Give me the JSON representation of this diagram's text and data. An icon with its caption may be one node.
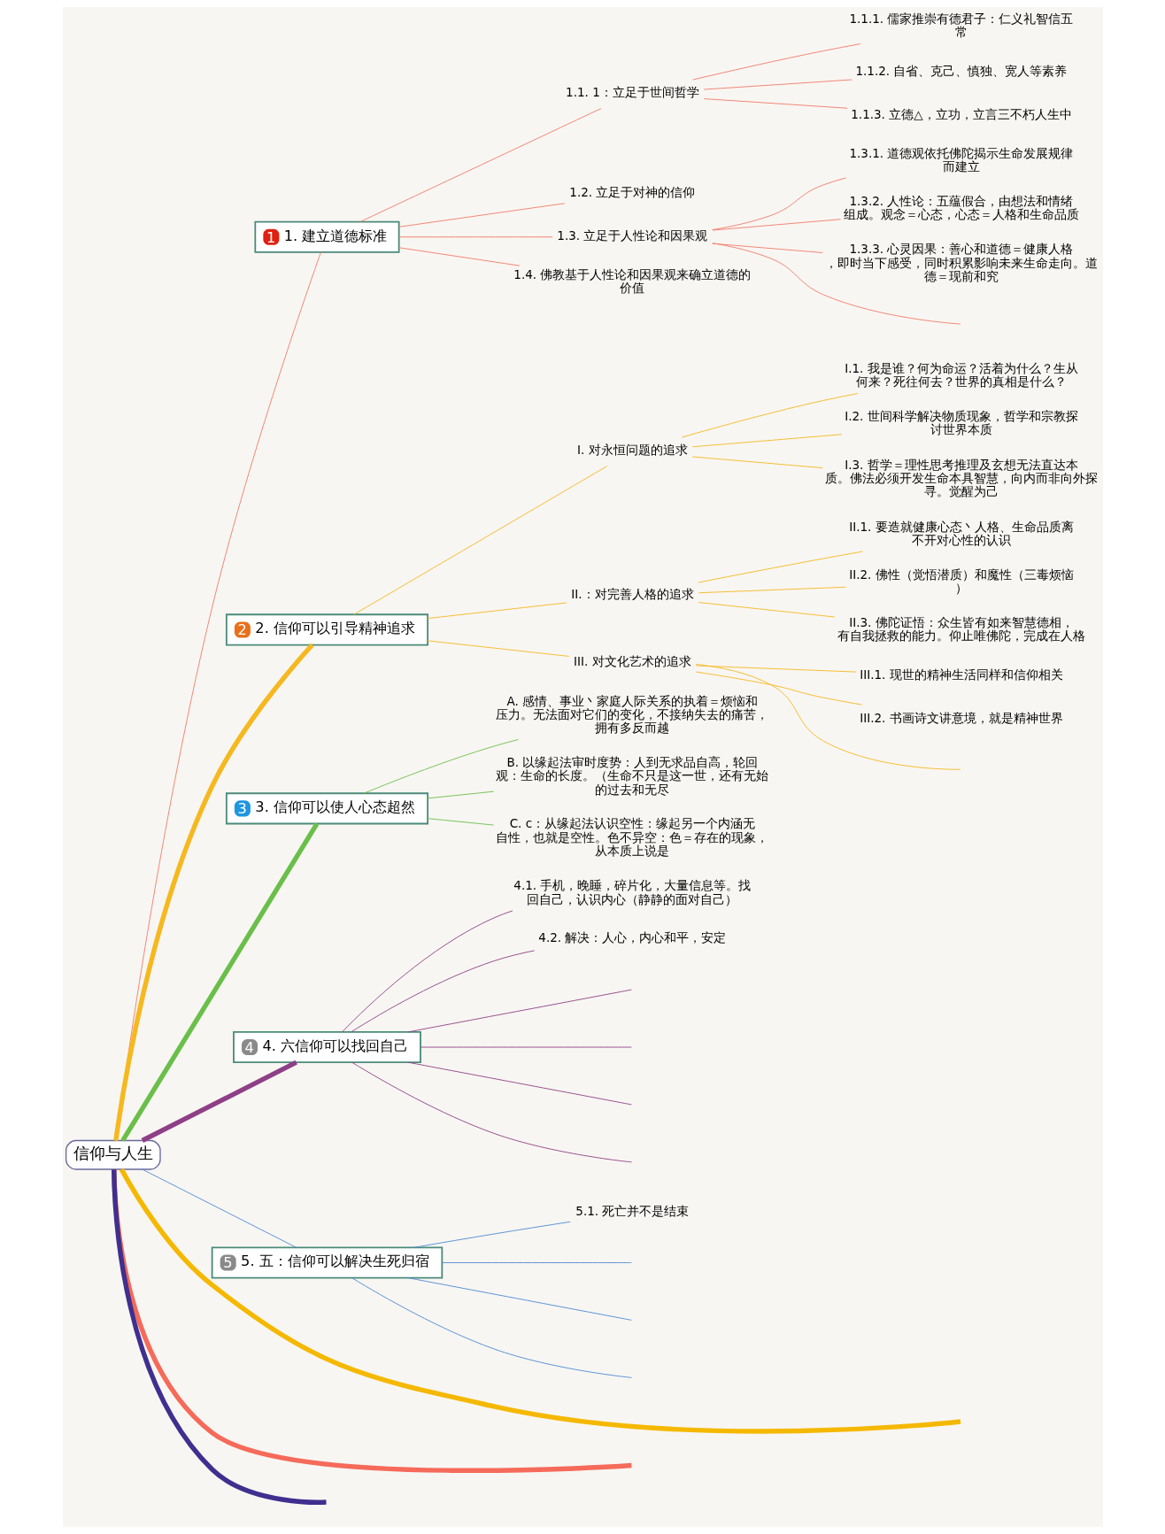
{
  "diagram": {
    "nodes": [
      {
        "text": [
          "信仰与人生"
        ]
      },
      {
        "text": [
          "1",
          "1. 建立道德标准"
        ]
      },
      {
        "text": [
          "1.1. 1：立足于世间哲学"
        ]
      },
      {
        "text": [
          "1.1.1. 儒家推崇有德君子：仁义礼智信五常"
        ]
      },
      {
        "text": [
          "1.1.2. 自省、克己、慎独、宽人等素养"
        ]
      },
      {
        "text": [
          "1.1.3. 立德△，立功，立言三不朽人生中"
        ]
      },
      {
        "text": [
          "1.2. 立足于对神的信仰"
        ]
      },
      {
        "text": [
          "1.3. 立足于人性论和因果观"
        ]
      },
      {
        "text": [
          "1.3.1. 道德观依托佛陀揭示生命发展规律而建立"
        ]
      },
      {
        "text": [
          "1.3.2. 人性论：五蕴假合，由想法和情绪组成。观念＝心态，心态＝人格和生命品质"
        ]
      },
      {
        "text": [
          "1.3.3. 心灵因果：善心和道德＝健康人格，即时当下感受，同时积累影响未来生命走向。道德＝现前和究"
        ]
      },
      {
        "text": [
          "1.4. 佛教基于人性论和因果观来确立道德的价值"
        ]
      },
      {
        "text": [
          "2",
          "2. 信仰可以引导精神追求"
        ]
      },
      {
        "text": [
          "I. 对永恒问题的追求"
        ]
      },
      {
        "text": [
          "I.1. 我是谁？何为命运？活着为什么？生从何来？死往何去？世界的真相是什么？"
        ]
      },
      {
        "text": [
          "I.2. 世间科学解决物质现象，哲学和宗教探讨世界本质"
        ]
      },
      {
        "text": [
          "I.3. 哲学＝理性思考推理及玄想无法直达本质。佛法必须开发生命本具智慧，向内而非向外探寻。觉醒为己"
        ]
      },
      {
        "text": [
          "II.：对完善人格的追求"
        ]
      },
      {
        "text": [
          "II.1. 要造就健康心态丶人格、生命品质离不开对心性的认识"
        ]
      },
      {
        "text": [
          "II.2. 佛性（觉悟潜质）和魔性（三毒烦恼）"
        ]
      },
      {
        "text": [
          "II.3. 佛陀证悟：众生皆有如来智慧德相，有自我拯救的能力。仰止唯佛陀，完成在人格"
        ]
      },
      {
        "text": [
          "III. 对文化艺术的追求"
        ]
      },
      {
        "text": [
          "III.1. 现世的精神生活同样和信仰相关"
        ]
      },
      {
        "text": [
          "III.2. 书画诗文讲意境，就是精神世界"
        ]
      },
      {
        "text": [
          "3",
          "3. 信仰可以使人心态超然"
        ]
      },
      {
        "text": [
          "A. 感情、事业丶家庭人际关系的执着＝烦恼和压力。无法面对它们的变化，不接纳失去的痛苦，拥有多反而越"
        ]
      },
      {
        "text": [
          "B. 以缘起法审时度势：人到无求品自高，轮回观：生命的长度。（生命不只是这一世，还有无始的过去和无尽"
        ]
      },
      {
        "text": [
          "C. c：从缘起法认识空性：缘起另一个内涵无自性，也就是空性。色不异空：色＝存在的现象，从本质上说是"
        ]
      },
      {
        "text": [
          "4",
          "4. 六信仰可以找回自己"
        ]
      },
      {
        "text": [
          "4.1. 手机，晚睡，碎片化，大量信息等。找回自己，认识内心（静静的面对自己）"
        ]
      },
      {
        "text": [
          "4.2. 解决：人心，内心和平，安定"
        ]
      },
      {
        "text": [
          "5",
          "5. 五：信仰可以解决生死归宿"
        ]
      },
      {
        "text": [
          "5.1. 死亡并不是结束"
        ]
      }
    ],
    "edges": [
      {
        "from": 0,
        "to": 1,
        "arrow": "none",
        "color": "#f07a6a"
      },
      {
        "from": 1,
        "to": 2,
        "arrow": "none",
        "color": "#f07a6a"
      },
      {
        "from": 2,
        "to": 3,
        "arrow": "none",
        "color": "#f07a6a"
      },
      {
        "from": 2,
        "to": 4,
        "arrow": "none",
        "color": "#f07a6a"
      },
      {
        "from": 2,
        "to": 5,
        "arrow": "none",
        "color": "#f07a6a"
      },
      {
        "from": 1,
        "to": 6,
        "arrow": "none",
        "color": "#f07a6a"
      },
      {
        "from": 1,
        "to": 7,
        "arrow": "none",
        "color": "#f07a6a"
      },
      {
        "from": 7,
        "to": 8,
        "arrow": "none",
        "color": "#f07a6a"
      },
      {
        "from": 7,
        "to": 9,
        "arrow": "none",
        "color": "#f07a6a"
      },
      {
        "from": 7,
        "to": 10,
        "arrow": "none",
        "color": "#f07a6a"
      },
      {
        "from": 7,
        "to": null,
        "arrow": "none",
        "color": "#f07a6a"
      },
      {
        "from": 1,
        "to": 11,
        "arrow": "none",
        "color": "#f07a6a"
      },
      {
        "from": 0,
        "to": 12,
        "arrow": "none",
        "style": "thick",
        "color": "#f5b820"
      },
      {
        "from": 12,
        "to": 13,
        "arrow": "none",
        "color": "#f5b820"
      },
      {
        "from": 13,
        "to": 14,
        "arrow": "none",
        "color": "#f5b820"
      },
      {
        "from": 13,
        "to": 15,
        "arrow": "none",
        "color": "#f5b820"
      },
      {
        "from": 13,
        "to": 16,
        "arrow": "none",
        "color": "#f5b820"
      },
      {
        "from": 12,
        "to": 17,
        "arrow": "none",
        "color": "#f5b820"
      },
      {
        "from": 17,
        "to": 18,
        "arrow": "none",
        "color": "#f5b820"
      },
      {
        "from": 17,
        "to": 19,
        "arrow": "none",
        "color": "#f5b820"
      },
      {
        "from": 17,
        "to": 20,
        "arrow": "none",
        "color": "#f5b820"
      },
      {
        "from": 12,
        "to": 21,
        "arrow": "none",
        "color": "#f5b820"
      },
      {
        "from": 21,
        "to": 22,
        "arrow": "none",
        "color": "#f5b820"
      },
      {
        "from": 21,
        "to": 23,
        "arrow": "none",
        "color": "#f5b820"
      },
      {
        "from": 21,
        "to": null,
        "arrow": "none",
        "color": "#f5b820"
      },
      {
        "from": 0,
        "to": 24,
        "arrow": "none",
        "style": "thick",
        "color": "#6abf4b"
      },
      {
        "from": 24,
        "to": 25,
        "arrow": "none",
        "color": "#6abf4b"
      },
      {
        "from": 24,
        "to": 26,
        "arrow": "none",
        "color": "#6abf4b"
      },
      {
        "from": 24,
        "to": 27,
        "arrow": "none",
        "color": "#6abf4b"
      },
      {
        "from": 0,
        "to": 28,
        "arrow": "none",
        "style": "thick",
        "color": "#8e3f86"
      },
      {
        "from": 28,
        "to": 29,
        "arrow": "none",
        "color": "#8e3f86"
      },
      {
        "from": 28,
        "to": 30,
        "arrow": "none",
        "color": "#8e3f86"
      },
      {
        "from": 28,
        "to": null,
        "arrow": "none",
        "color": "#8e3f86"
      },
      {
        "from": 28,
        "to": null,
        "arrow": "none",
        "color": "#8e3f86"
      },
      {
        "from": 28,
        "to": null,
        "arrow": "none",
        "color": "#8e3f86"
      },
      {
        "from": 28,
        "to": null,
        "arrow": "none",
        "color": "#8e3f86"
      },
      {
        "from": 0,
        "to": 31,
        "arrow": "none",
        "color": "#4a8ad4"
      },
      {
        "from": 31,
        "to": 32,
        "arrow": "none",
        "color": "#4a8ad4"
      },
      {
        "from": 31,
        "to": null,
        "arrow": "none",
        "color": "#4a8ad4"
      },
      {
        "from": 31,
        "to": null,
        "arrow": "none",
        "color": "#4a8ad4"
      },
      {
        "from": 31,
        "to": null,
        "arrow": "none",
        "color": "#4a8ad4"
      },
      {
        "from": 0,
        "to": null,
        "arrow": "none",
        "style": "thick",
        "color": "#f5b800"
      },
      {
        "from": 0,
        "to": null,
        "arrow": "none",
        "style": "thick",
        "color": "#f56a5a"
      },
      {
        "from": 0,
        "to": null,
        "arrow": "none",
        "style": "thick",
        "color": "#3f2f8f"
      }
    ]
  }
}
